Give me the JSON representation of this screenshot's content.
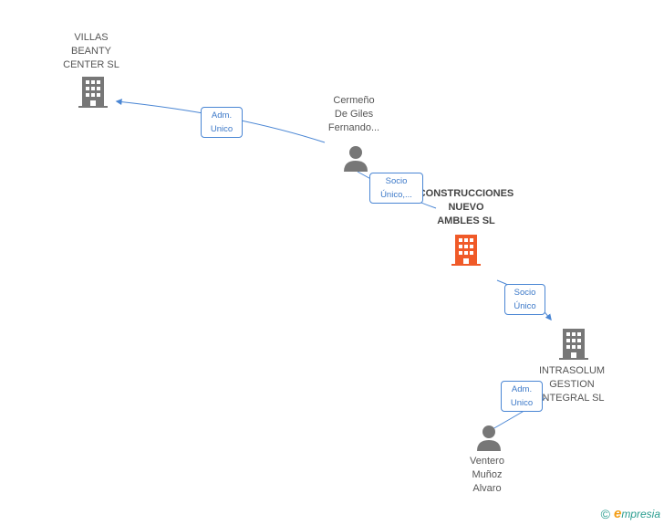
{
  "nodes": {
    "villas": {
      "label": "VILLAS\nBEANTY\nCENTER SL",
      "type": "company"
    },
    "cermeno": {
      "label": "Cermeño\nDe Giles\nFernando...",
      "type": "person"
    },
    "construcciones": {
      "label": "CONSTRUCCIONES\nNUEVO\nAMBLES SL",
      "type": "company-main"
    },
    "intrasolum": {
      "label": "INTRASOLUM\nGESTION\nINTEGRAL  SL",
      "type": "company"
    },
    "ventero": {
      "label": "Ventero\nMuñoz\nAlvaro",
      "type": "person"
    }
  },
  "edges": {
    "adm1": "Adm.\nUnico",
    "socio1": "Socio\nÚnico,...",
    "socio2": "Socio\nÚnico",
    "adm2": "Adm.\nUnico"
  },
  "colors": {
    "company": "#777777",
    "company_main": "#f05a28",
    "person": "#777777",
    "edge": "#4a86d4"
  },
  "footer": {
    "copyright": "©",
    "brand_initial": "e",
    "brand_rest": "mpresia"
  }
}
